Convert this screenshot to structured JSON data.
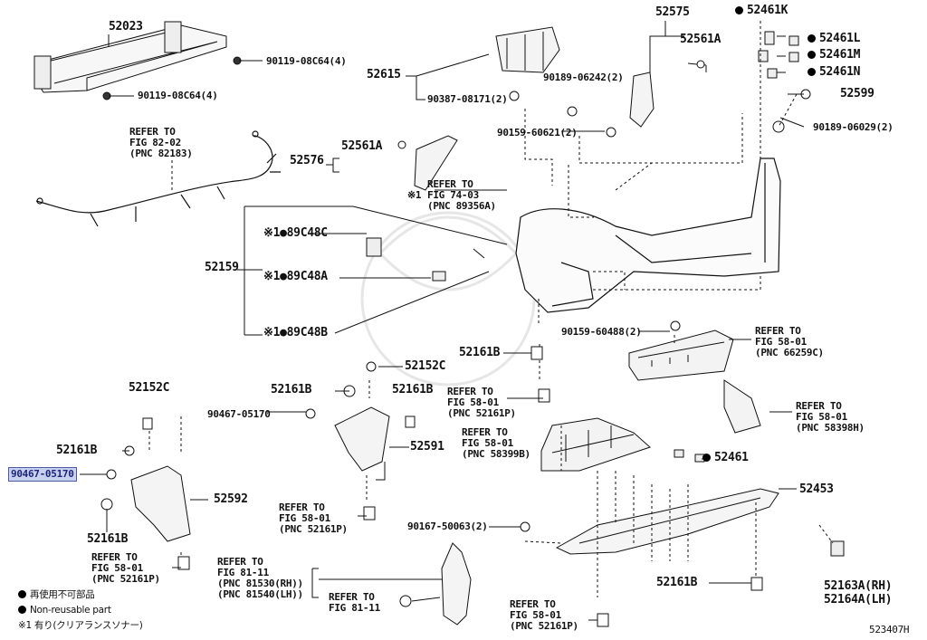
{
  "diagram_code": "523407H",
  "labels": {
    "p52023": "52023",
    "p90119a": "90119-08C64(4)",
    "p90119b": "90119-08C64(4)",
    "ref82": "REFER TO\nFIG 82-02\n(PNC 82183)",
    "p52615": "52615",
    "p90387": "90387-08171(2)",
    "p52575": "52575",
    "p52561A": "52561A",
    "p90189a": "90189-06242(2)",
    "p52461K": "52461K",
    "p52461L": "52461L",
    "p52461M": "52461M",
    "p52461N": "52461N",
    "p52599": "52599",
    "p90189b": "90189-06029(2)",
    "p90159a": "90159-60621(2)",
    "p52561A2": "52561A",
    "p52576": "52576",
    "ref74": "REFER TO\nFIG 74-03\n(PNC 89356A)",
    "mark1": "※1",
    "p89C48C": "※1●89C48C",
    "p52159": "52159",
    "p89C48A": "※1●89C48A",
    "p89C48B": "※1●89C48B",
    "p90159b": "90159-60488(2)",
    "ref5801a": "REFER TO\nFIG 58-01\n(PNC 66259C)",
    "p52161B_a": "52161B",
    "p52152C_a": "52152C",
    "p52161B_b": "52161B",
    "p52161B_c": "52161B",
    "ref5801b": "REFER TO\nFIG 58-01\n(PNC 52161P)",
    "p90467a": "90467-05170",
    "p52591": "52591",
    "ref5801c": "REFER TO\nFIG 58-01\n(PNC 58399B)",
    "ref5801d": "REFER TO\nFIG 58-01\n(PNC 58398H)",
    "p52152C_b": "52152C",
    "p52161B_d": "52161B",
    "p90467b": "90467-05170",
    "p52592": "52592",
    "p52461": "52461",
    "p52453": "52453",
    "ref5801e": "REFER TO\nFIG 58-01\n(PNC 52161P)",
    "p52161B_e": "52161B",
    "ref5801f": "REFER TO\nFIG 58-01\n(PNC 52161P)",
    "p90167": "90167-50063(2)",
    "ref8111": "REFER TO\nFIG 81-11\n(PNC 81530(RH))\n(PNC 81540(LH))",
    "ref8111b": "REFER TO\nFIG 81-11",
    "p52161B_f": "52161B",
    "p52163A": "52163A(RH)\n52164A(LH)",
    "ref5801g": "REFER TO\nFIG 58-01\n(PNC 52161P)"
  },
  "legend": {
    "line1": "再使用不可部品",
    "line2": "Non-reusable part",
    "line3": "※1 有り(クリアランスソナー)"
  }
}
